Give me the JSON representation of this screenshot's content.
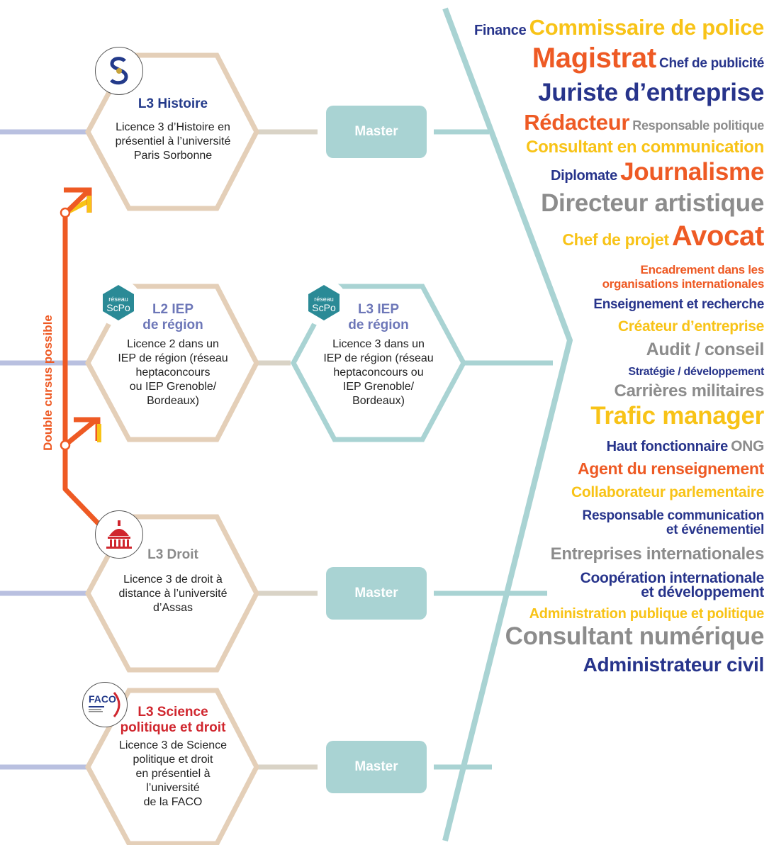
{
  "nodes": {
    "histoire": {
      "title": "L3 Histoire",
      "desc": "Licence 3 d’Histoire en\nprésentiel à l’université\nParis Sorbonne",
      "title_color": "#233a8a"
    },
    "iep_l2": {
      "title": "L2 IEP\nde région",
      "desc": "Licence 2 dans un\nIEP de région (réseau\nheptaconcours\nou IEP Grenoble/\nBordeaux)",
      "title_color": "#6d77b8",
      "logo_text": "réseau\nScPo"
    },
    "iep_l3": {
      "title": "L3 IEP\nde région",
      "desc": "Licence 3 dans un\nIEP de région (réseau\nheptaconcours ou\nIEP Grenoble/\nBordeaux)",
      "title_color": "#6d77b8",
      "logo_text": "réseau\nScPo"
    },
    "droit": {
      "title": "L3 Droit",
      "desc": "Licence 3 de droit à\ndistance à l’université\nd’Assas",
      "title_color": "#8a8a8a"
    },
    "science_po": {
      "title": "L3 Science\npolitique et droit",
      "desc": "Licence 3 de Science\npolitique et droit\nen présentiel à\nl’université\nde la FACO",
      "title_color": "#d0262e",
      "logo_text": "FACO"
    }
  },
  "masters": [
    "Master",
    "Master",
    "Master"
  ],
  "double_cursus": "Double cursus possible",
  "colors": {
    "navy": "#27348b",
    "orange": "#ee5a24",
    "yellow": "#f8c317",
    "gray": "#8c8c8c",
    "hex_beige": "#e4cfb8",
    "hex_teal": "#a9d3d3",
    "branch": "#a9d3d3",
    "red": "#d0262e"
  },
  "careers": [
    [
      {
        "t": "Finance",
        "c": "navy",
        "s": 20
      },
      {
        "t": "Commissaire de police",
        "c": "yellow",
        "s": 31
      }
    ],
    [
      {
        "t": "Magistrat",
        "c": "orange",
        "s": 40
      },
      {
        "t": "Chef de publicité",
        "c": "navy",
        "s": 19
      }
    ],
    [
      {
        "t": "Juriste d’entreprise",
        "c": "navy",
        "s": 35
      }
    ],
    [
      {
        "t": "Rédacteur",
        "c": "orange",
        "s": 31
      },
      {
        "t": "Responsable politique",
        "c": "gray",
        "s": 18
      }
    ],
    [
      {
        "t": "Consultant en communication",
        "c": "yellow",
        "s": 24
      }
    ],
    [
      {
        "t": "Diplomate",
        "c": "navy",
        "s": 20
      },
      {
        "t": "Journalisme",
        "c": "orange",
        "s": 35
      }
    ],
    [
      {
        "t": "Directeur artistique",
        "c": "gray",
        "s": 35
      }
    ],
    [
      {
        "t": "Chef de projet",
        "c": "yellow",
        "s": 23
      },
      {
        "t": "Avocat",
        "c": "orange",
        "s": 40
      }
    ],
    [
      {
        "t": "Encadrement dans les\norganisations internationales",
        "c": "orange",
        "s": 17
      }
    ],
    [
      {
        "t": "Enseignement et recherche",
        "c": "navy",
        "s": 19
      }
    ],
    [
      {
        "t": "Créateur d’entreprise",
        "c": "yellow",
        "s": 21
      }
    ],
    [
      {
        "t": "Audit / conseil",
        "c": "gray",
        "s": 25
      }
    ],
    [
      {
        "t": "Stratégie / développement",
        "c": "navy",
        "s": 16
      }
    ],
    [
      {
        "t": "Carrières militaires",
        "c": "gray",
        "s": 24
      }
    ],
    [
      {
        "t": "Trafic manager",
        "c": "yellow",
        "s": 35
      }
    ],
    [
      {
        "t": "Haut fonctionnaire",
        "c": "navy",
        "s": 20
      },
      {
        "t": "ONG",
        "c": "gray",
        "s": 21
      }
    ],
    [
      {
        "t": "Agent du renseignement",
        "c": "orange",
        "s": 23
      }
    ],
    [
      {
        "t": "Collaborateur parlementaire",
        "c": "yellow",
        "s": 21
      }
    ],
    [
      {
        "t": "Responsable communication\net événementiel",
        "c": "navy",
        "s": 19
      }
    ],
    [
      {
        "t": "Entreprises internationales",
        "c": "gray",
        "s": 24
      }
    ],
    [
      {
        "t": "Coopération internationale\net développement",
        "c": "navy",
        "s": 21
      }
    ],
    [
      {
        "t": "Administration publique et politique",
        "c": "yellow",
        "s": 20
      }
    ],
    [
      {
        "t": "Consultant numérique",
        "c": "gray",
        "s": 35
      }
    ],
    [
      {
        "t": "Administrateur civil",
        "c": "navy",
        "s": 28
      }
    ]
  ]
}
